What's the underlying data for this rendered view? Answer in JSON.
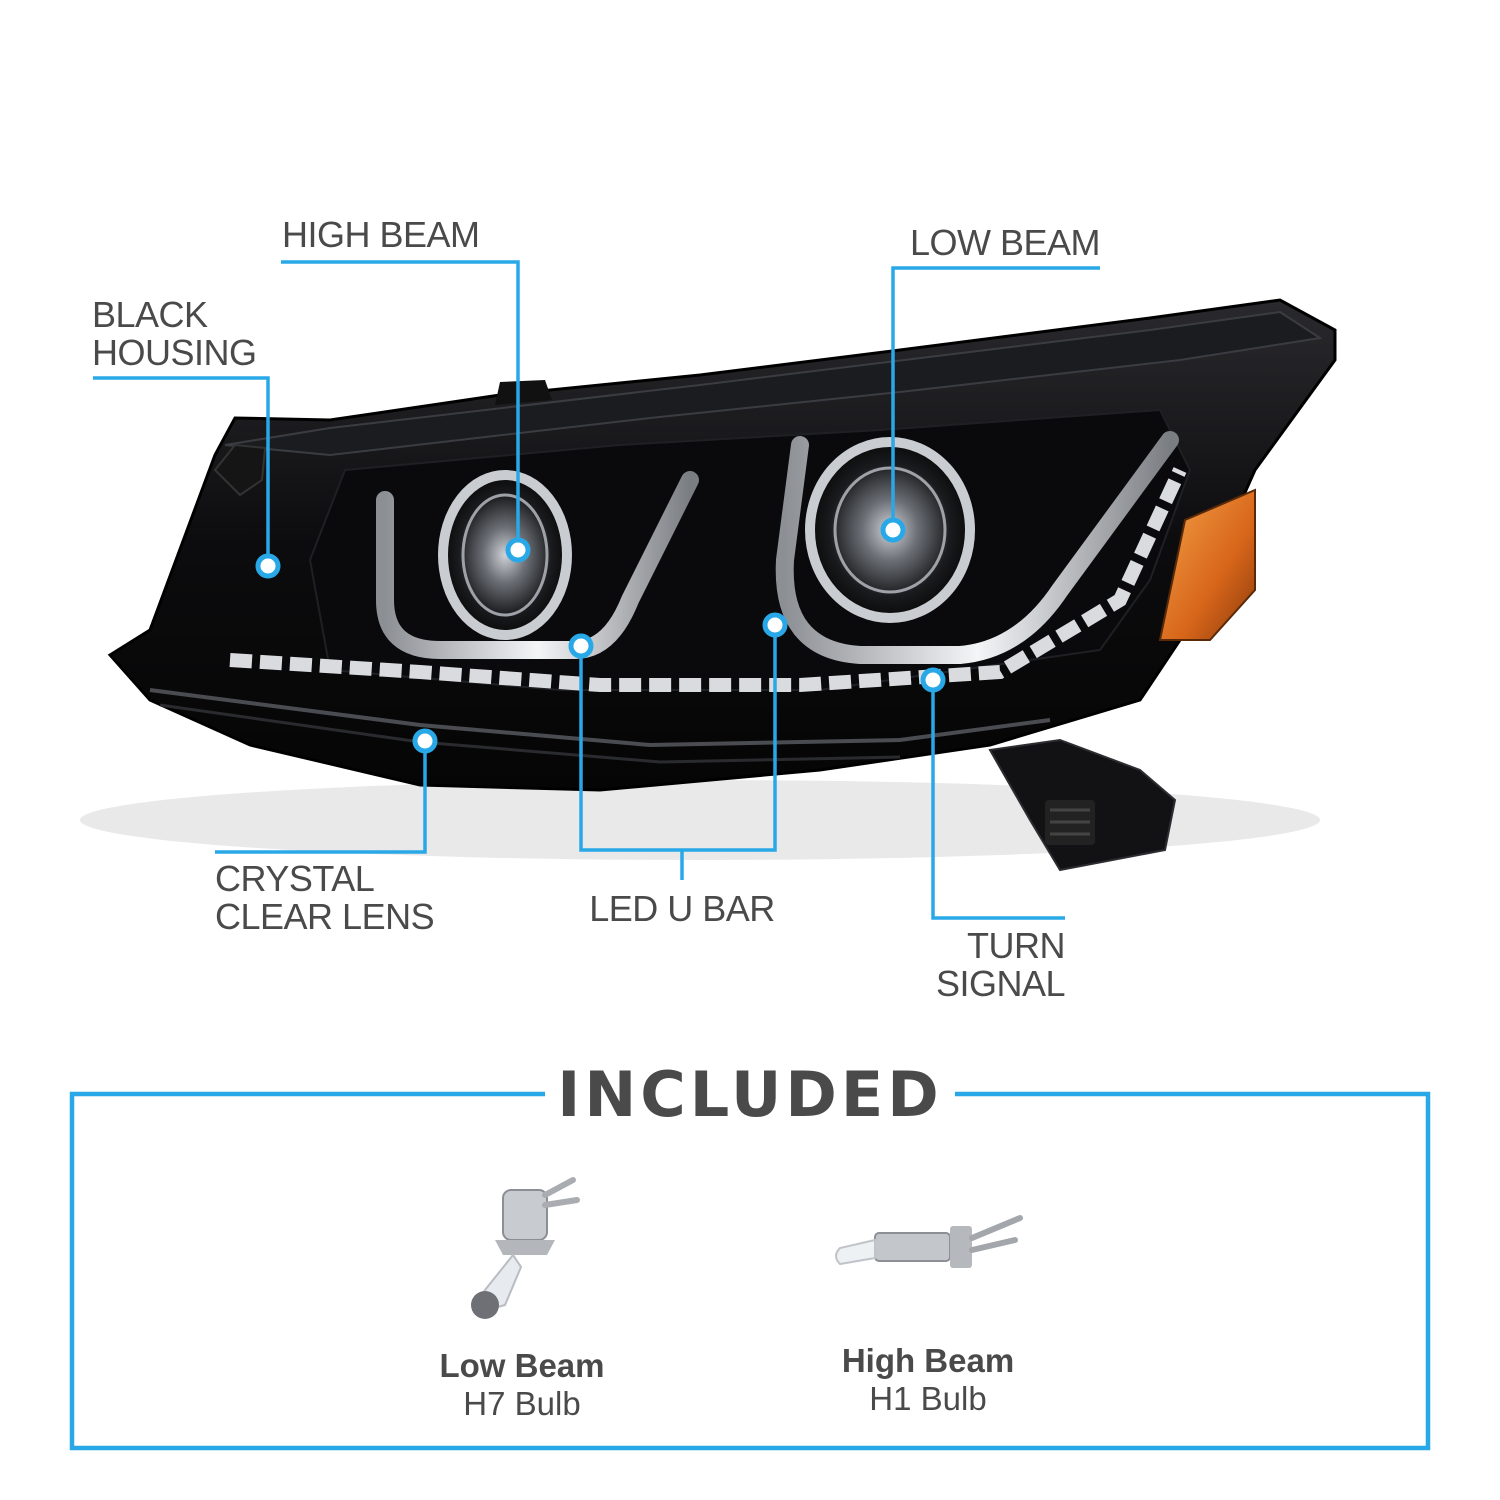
{
  "colors": {
    "accent": "#29a8e8",
    "text": "#4a4a4a",
    "housing": "#0d0d0f",
    "amber": "#e0781c"
  },
  "callouts": {
    "black_housing": "BLACK\nHOUSING",
    "high_beam": "HIGH BEAM",
    "low_beam": "LOW BEAM",
    "crystal_clear_lens": "CRYSTAL\nCLEAR LENS",
    "led_u_bar": "LED U BAR",
    "turn_signal": "TURN\nSIGNAL"
  },
  "included": {
    "title": "INCLUDED",
    "items": [
      {
        "name": "Low Beam",
        "type": "H7 Bulb",
        "icon": "h7-bulb-icon"
      },
      {
        "name": "High Beam",
        "type": "H1 Bulb",
        "icon": "h1-bulb-icon"
      }
    ]
  }
}
